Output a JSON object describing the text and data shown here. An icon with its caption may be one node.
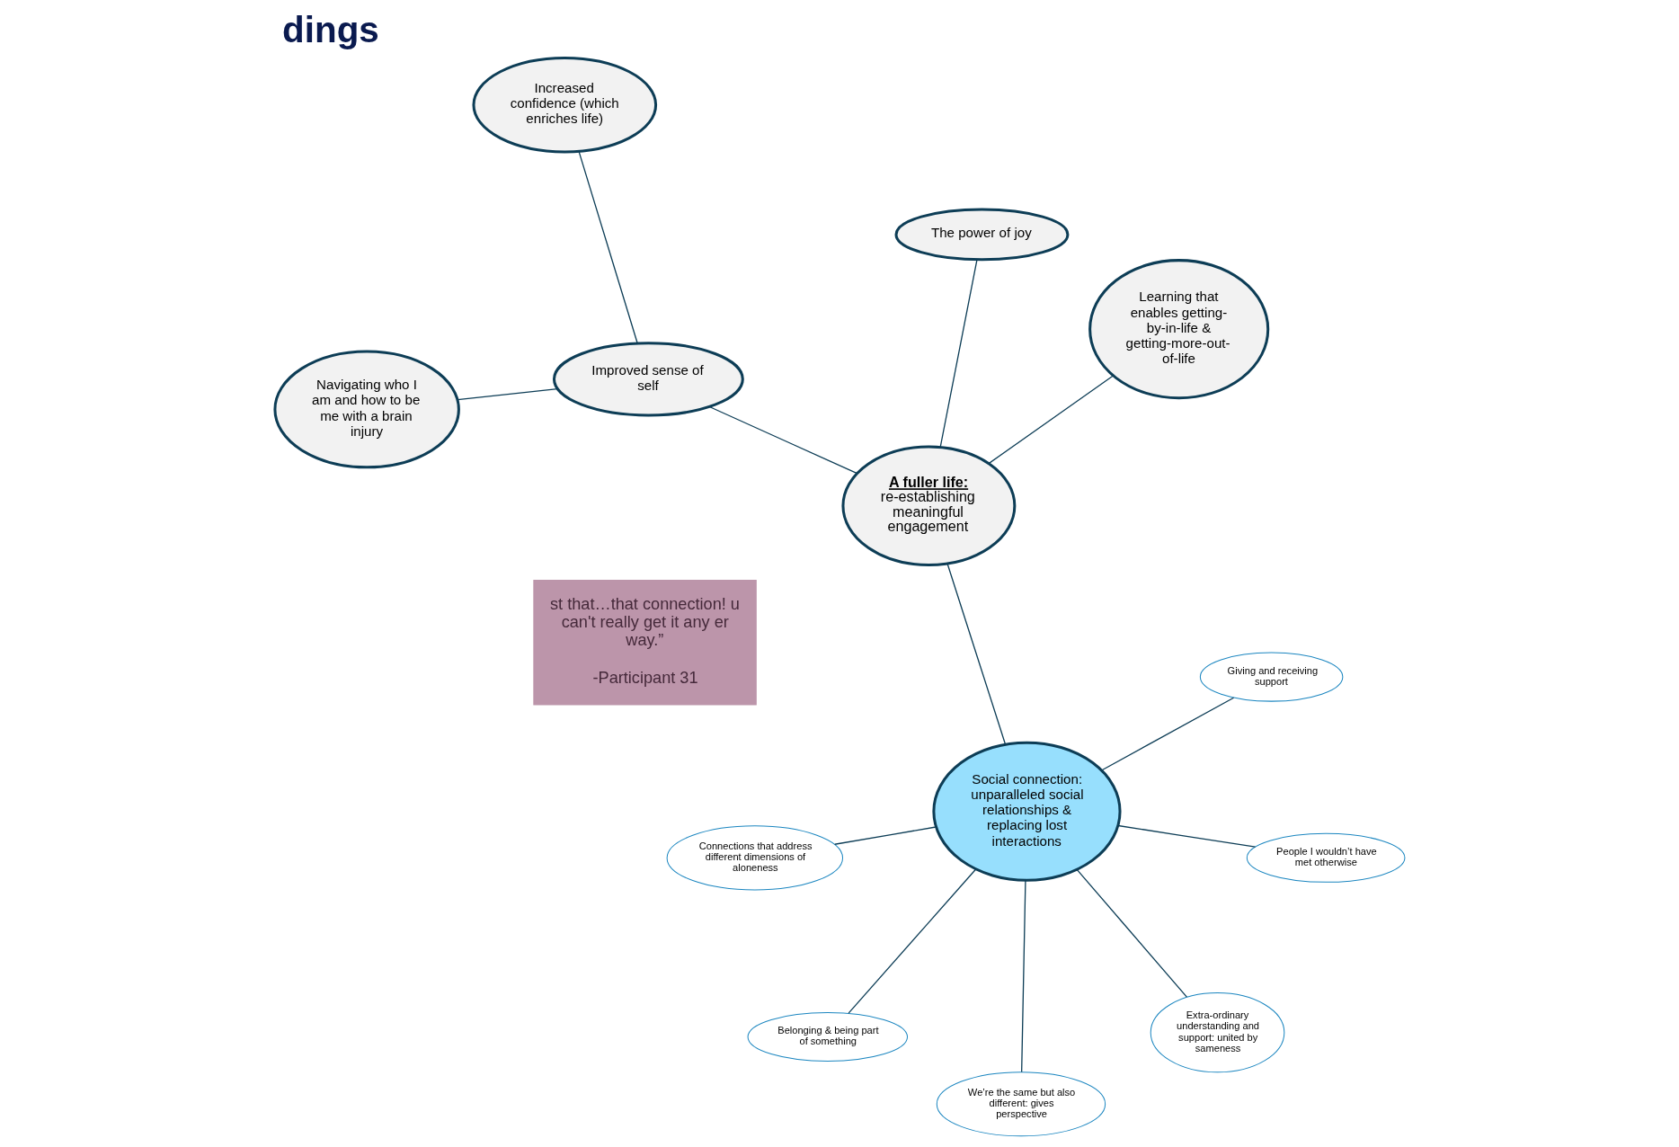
{
  "diagram": {
    "title": "dings",
    "nodes": [
      {
        "text": [
          "A fuller life:",
          "re-establishing meaningful engagement"
        ]
      },
      {
        "text": [
          "Learning that enables getting-by-in-life & getting-more-out-of-life"
        ]
      },
      {
        "text": [
          "Navigating who I am and how to be me with a brain injury"
        ]
      },
      {
        "text": [
          "Improved sense of self"
        ]
      },
      {
        "text": [
          "Increased confidence (which enriches life)"
        ]
      },
      {
        "text": [
          "The power of joy"
        ]
      },
      {
        "text": [
          "Social connection: unparalleled social relationships & replacing lost interactions"
        ]
      },
      {
        "text": [
          "Extra-ordinary understanding and support: united by sameness"
        ]
      },
      {
        "text": [
          "Giving and receiving support"
        ]
      },
      {
        "text": [
          "Belonging & being part of something"
        ]
      },
      {
        "text": [
          "We’re the same but also different: gives perspective"
        ]
      },
      {
        "text": [
          "Connections that address different dimensions of aloneness"
        ]
      },
      {
        "text": [
          "People I wouldn’t have met otherwise"
        ]
      },
      {
        "text": [
          "st that…that connection! u can't really get it any er way.”",
          "-Participant 31"
        ]
      }
    ],
    "edges": [
      {
        "from": 0,
        "to": 1,
        "arrow": "none"
      },
      {
        "from": 0,
        "to": 3,
        "arrow": "none"
      },
      {
        "from": 3,
        "to": 2,
        "arrow": "none"
      },
      {
        "from": 3,
        "to": 4,
        "arrow": "none"
      },
      {
        "from": 0,
        "to": 5,
        "arrow": "none"
      },
      {
        "from": 0,
        "to": 6,
        "arrow": "none"
      },
      {
        "from": 6,
        "to": 7,
        "arrow": "none"
      },
      {
        "from": 6,
        "to": 8,
        "arrow": "none"
      },
      {
        "from": 6,
        "to": 9,
        "arrow": "none"
      },
      {
        "from": 6,
        "to": 10,
        "arrow": "none"
      },
      {
        "from": 6,
        "to": 11,
        "arrow": "none"
      },
      {
        "from": 6,
        "to": 12,
        "arrow": "none"
      }
    ]
  }
}
